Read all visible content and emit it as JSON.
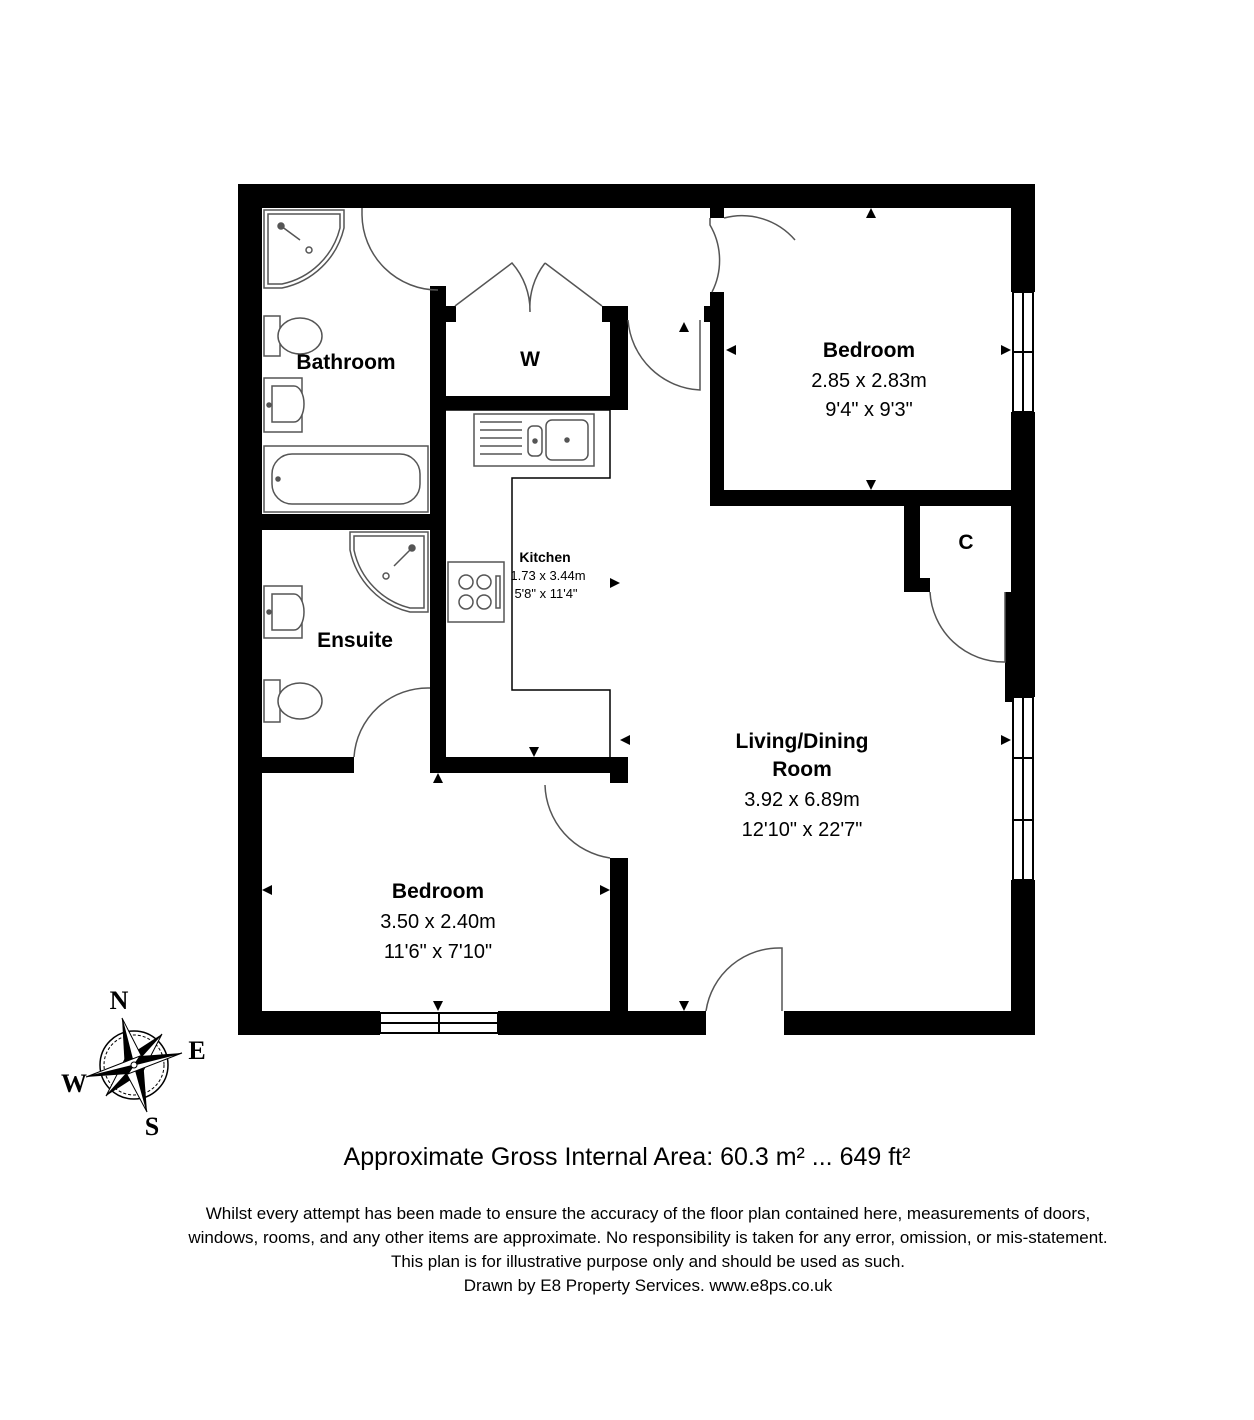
{
  "rooms": {
    "bathroom": {
      "name": "Bathroom"
    },
    "wardrobe": {
      "name": "W"
    },
    "bedroom1": {
      "name": "Bedroom",
      "dim_metric": "2.85 x 2.83m",
      "dim_imperial": "9'4\" x 9'3\""
    },
    "cupboard": {
      "name": "C"
    },
    "kitchen": {
      "name": "Kitchen",
      "dim_metric": "1.73 x 3.44m",
      "dim_imperial": "5'8\" x 11'4\""
    },
    "ensuite": {
      "name": "Ensuite"
    },
    "living": {
      "name_line1": "Living/Dining",
      "name_line2": "Room",
      "dim_metric": "3.92 x 6.89m",
      "dim_imperial": "12'10\" x 22'7\""
    },
    "bedroom2": {
      "name": "Bedroom",
      "dim_metric": "3.50 x 2.40m",
      "dim_imperial": "11'6\" x 7'10\""
    }
  },
  "compass": {
    "north": "N",
    "east": "E",
    "south": "S",
    "west": "W"
  },
  "area_text": "Approximate Gross Internal Area: 60.3 m² ... 649 ft²",
  "disclaimer": {
    "line1": "Whilst every attempt has been made to ensure the accuracy of the floor plan contained here, measurements of doors,",
    "line2": "windows, rooms, and any other items are approximate. No responsibility is taken for any error, omission, or mis-statement.",
    "line3": "This plan is for illustrative purpose only and should be used as such.",
    "line4": "Drawn by E8 Property Services. www.e8ps.co.uk"
  },
  "colors": {
    "wall": "#000000",
    "background": "#ffffff",
    "fixture_stroke": "#555555"
  }
}
